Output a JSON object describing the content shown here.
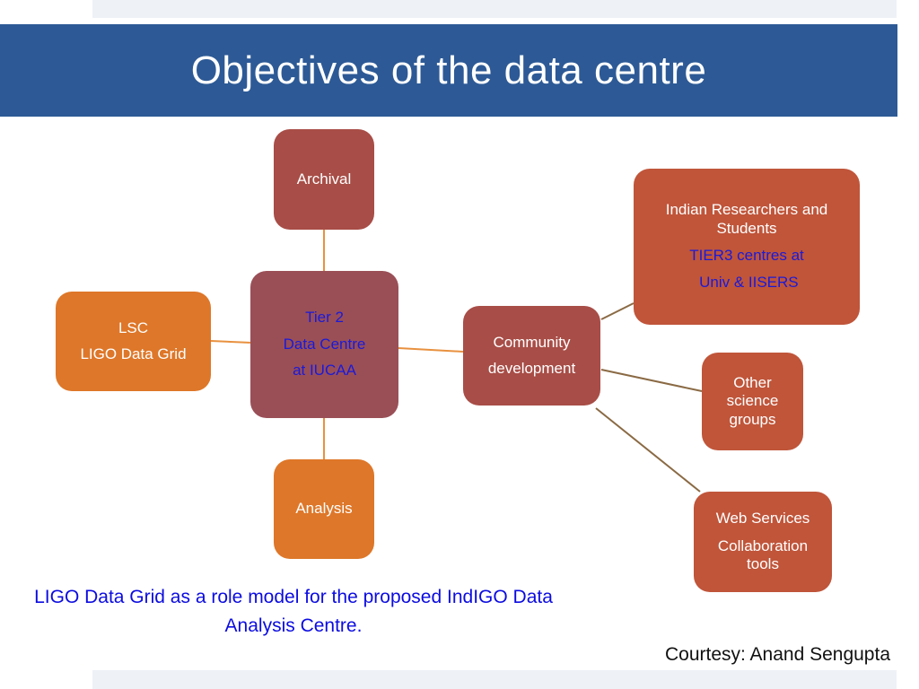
{
  "title": "Objectives of the data centre",
  "colors": {
    "title_band": "#2d5a96",
    "node_red": "#a84d47",
    "node_maroon": "#9a4f57",
    "node_orange": "#de7729",
    "node_brick": "#c0553a",
    "connector_orange": "#e8913f",
    "connector_brown": "#8a6a44",
    "footnote_text": "#0c0ce0"
  },
  "nodes": {
    "archival": {
      "label": "Archival"
    },
    "tier2": {
      "line1": "Tier 2",
      "line2": "Data Centre",
      "line3": "at  IUCAA"
    },
    "lsc": {
      "line1": "LSC",
      "line2": "LIGO Data Grid"
    },
    "analysis": {
      "label": "Analysis"
    },
    "community": {
      "line1": "Community",
      "line2": "development"
    },
    "indian": {
      "line1": "Indian Researchers and Students",
      "line2": "TIER3 centres at",
      "line3": " Univ & IISERS"
    },
    "other": {
      "line1": "Other science groups"
    },
    "web": {
      "line1": "Web Services",
      "line2": "Collaboration tools"
    }
  },
  "footnote": {
    "line1": "LIGO Data Grid as a role model for the proposed",
    "line2": "IndIGO Data Analysis Centre."
  },
  "courtesy": "Courtesy:  Anand Sengupta"
}
